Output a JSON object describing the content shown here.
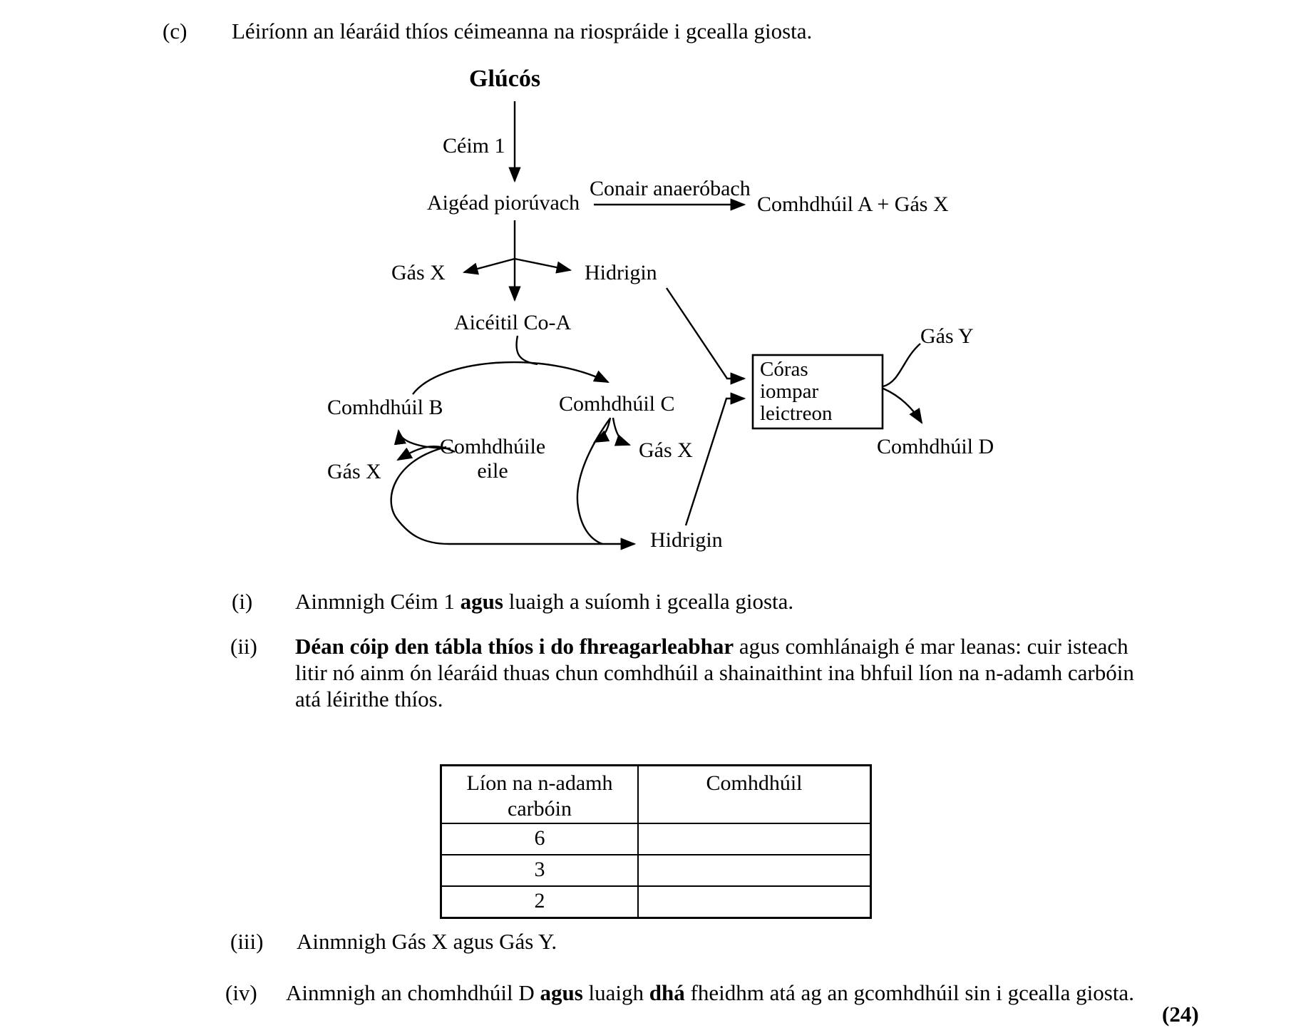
{
  "page": {
    "part_label": "(c)",
    "intro": "Léiríonn an léaráid thíos céimeanna na riospráide i gcealla giosta.",
    "marks": "(24)"
  },
  "diagram": {
    "glucose": "Glúcós",
    "step1": "Céim 1",
    "pyruvate": "Aigéad piorúvach",
    "anaerobic_pathway": "Conair anaeróbach",
    "compound_a_plus_gas_x": "Comhdhúil A + Gás X",
    "gas_x_branch": "Gás X",
    "hydrogen_branch": "Hidrigin",
    "acetyl_coa": "Aicéitil Co-A",
    "compound_b": "Comhdhúil B",
    "compound_c": "Comhdhúil C",
    "other_compounds_line1": "Comhdhúile",
    "other_compounds_line2": "eile",
    "gas_x_left": "Gás X",
    "gas_x_right": "Gás X",
    "hydrogen_bottom": "Hidrigin",
    "etc_box": {
      "line1": "Córas",
      "line2": "iompar",
      "line3": "leictreon"
    },
    "gas_y": "Gás Y",
    "compound_d": "Comhdhúil D"
  },
  "questions": {
    "q1": {
      "marker": "(i)",
      "segments": [
        {
          "t": "Ainmnigh Céim 1 "
        },
        {
          "t": "agus",
          "b": true
        },
        {
          "t": " luaigh a suíomh i gcealla giosta."
        }
      ]
    },
    "q2": {
      "marker": "(ii)",
      "line1_segments": [
        {
          "t": "Déan cóip den tábla thíos i do fhreagarleabhar",
          "b": true
        },
        {
          "t": " agus comhlánaigh é mar leanas: cuir isteach"
        }
      ],
      "line2": "litir nó ainm ón léaráid thuas chun comhdhúil a shainaithint ina bhfuil líon na n-adamh carbóin",
      "line3": "atá léirithe thíos."
    },
    "q3": {
      "marker": "(iii)",
      "text": "Ainmnigh Gás X agus Gás Y."
    },
    "q4": {
      "marker": "(iv)",
      "segments": [
        {
          "t": "Ainmnigh an chomhdhúil D "
        },
        {
          "t": "agus",
          "b": true
        },
        {
          "t": " luaigh "
        },
        {
          "t": "dhá",
          "b": true
        },
        {
          "t": " fheidhm atá ag an gcomhdhúil sin i gcealla giosta."
        }
      ]
    }
  },
  "table": {
    "header_col1_line1": "Líon na n-adamh",
    "header_col1_line2": "carbóin",
    "header_col2": "Comhdhúil",
    "rows": [
      {
        "count": "6",
        "compound": ""
      },
      {
        "count": "3",
        "compound": ""
      },
      {
        "count": "2",
        "compound": ""
      }
    ]
  }
}
